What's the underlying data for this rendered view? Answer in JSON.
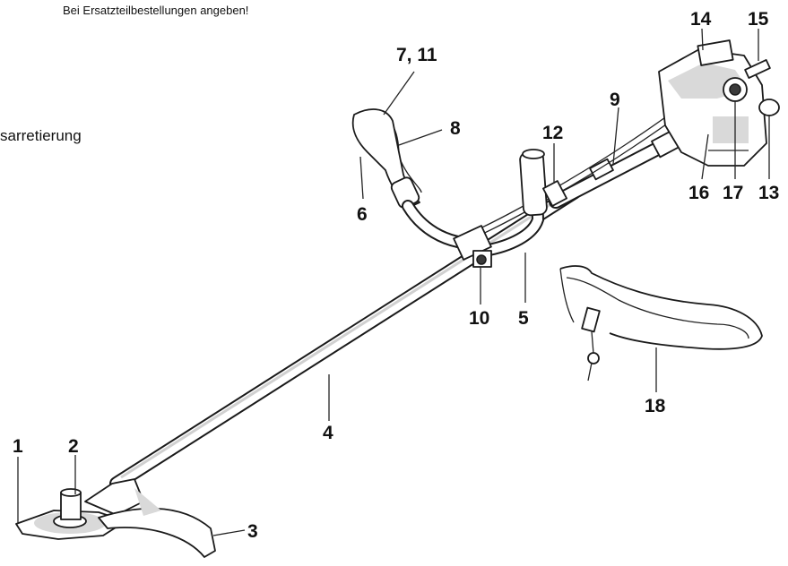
{
  "header": {
    "note": "Bei Ersatzteilbestellungen angeben!",
    "side_fragment": "sarretierung"
  },
  "callouts": [
    {
      "id": "c1",
      "label": "1"
    },
    {
      "id": "c2",
      "label": "2"
    },
    {
      "id": "c3",
      "label": "3"
    },
    {
      "id": "c4",
      "label": "4"
    },
    {
      "id": "c5",
      "label": "5"
    },
    {
      "id": "c6",
      "label": "6"
    },
    {
      "id": "c7",
      "label": "7, 11"
    },
    {
      "id": "c8",
      "label": "8"
    },
    {
      "id": "c9",
      "label": "9"
    },
    {
      "id": "c10",
      "label": "10"
    },
    {
      "id": "c12",
      "label": "12"
    },
    {
      "id": "c13",
      "label": "13"
    },
    {
      "id": "c14",
      "label": "14"
    },
    {
      "id": "c15",
      "label": "15"
    },
    {
      "id": "c16",
      "label": "16"
    },
    {
      "id": "c17",
      "label": "17"
    },
    {
      "id": "c18",
      "label": "18"
    }
  ]
}
